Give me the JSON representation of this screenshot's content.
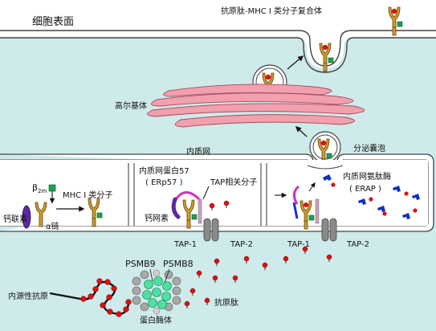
{
  "labels": {
    "cell_surface": "细胞表面",
    "surface_complex": "抗原肽-MHC I 类分子复合体",
    "golgi": "高尔基体",
    "er": "内质网",
    "secretory_vesicle": "分泌囊泡",
    "er_protein_57": "内质网蛋白57",
    "erp57": "( ERp57 )",
    "tap_molecule": "TAP相关分子",
    "erap_name": "内质网氨肽酶",
    "erap": "( ERAP )",
    "beta_2m_main": "β",
    "beta_2m_sub": "2m",
    "mhc1": "MHC I 类分子",
    "calnexin": "钙联素",
    "alpha_chain": "α链",
    "calreticulin": "钙网素",
    "tap1_a": "TAP-1",
    "tap2_a": "TAP-2",
    "tap1_b": "TAP-1",
    "tap2_b": "TAP-2",
    "psmb9": "PSMB9",
    "psmb8": "PSMB8",
    "endogenous_antigen": "内源性抗原",
    "antigen_peptide": "抗原肽",
    "proteasome": "蛋白酶体"
  },
  "colors": {
    "cytoplasm": "#cfeaea",
    "membrane": "#444444",
    "golgi": "#f2a0ad",
    "mhc_gold": "#c99a2e",
    "peptide_red": "#e01010",
    "beta2m_green": "#20a050",
    "erap_blue": "#1030c0",
    "calnexin_purple": "#5a2aa0",
    "proteasome_green": "#4ee0a0",
    "proteasome_gray": "#a8a8a8"
  }
}
